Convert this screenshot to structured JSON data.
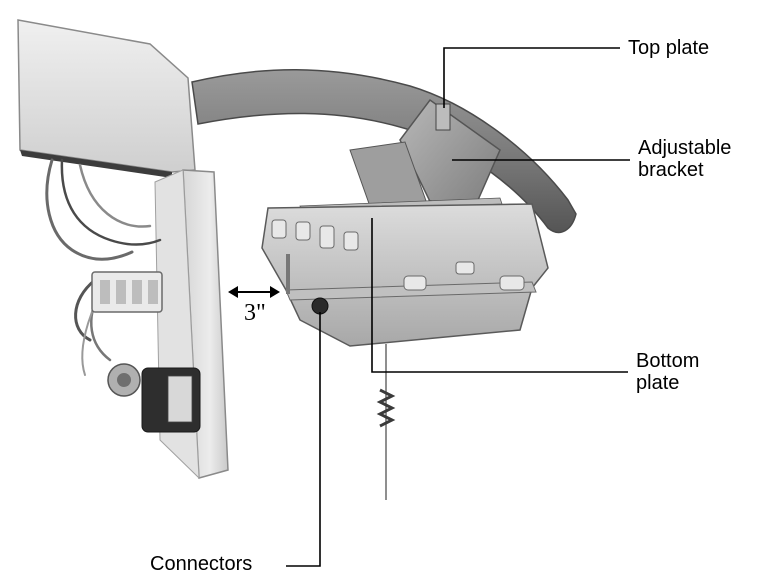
{
  "labels": {
    "top_plate": "Top plate",
    "adjustable_bracket_line1": "Adjustable",
    "adjustable_bracket_line2": "bracket",
    "bottom_plate_line1": "Bottom",
    "bottom_plate_line2": "plate",
    "connectors": "Connectors",
    "gap_dimension": "3\""
  },
  "colors": {
    "label": "#000000",
    "leader_line": "#000000",
    "background": "#ffffff"
  }
}
